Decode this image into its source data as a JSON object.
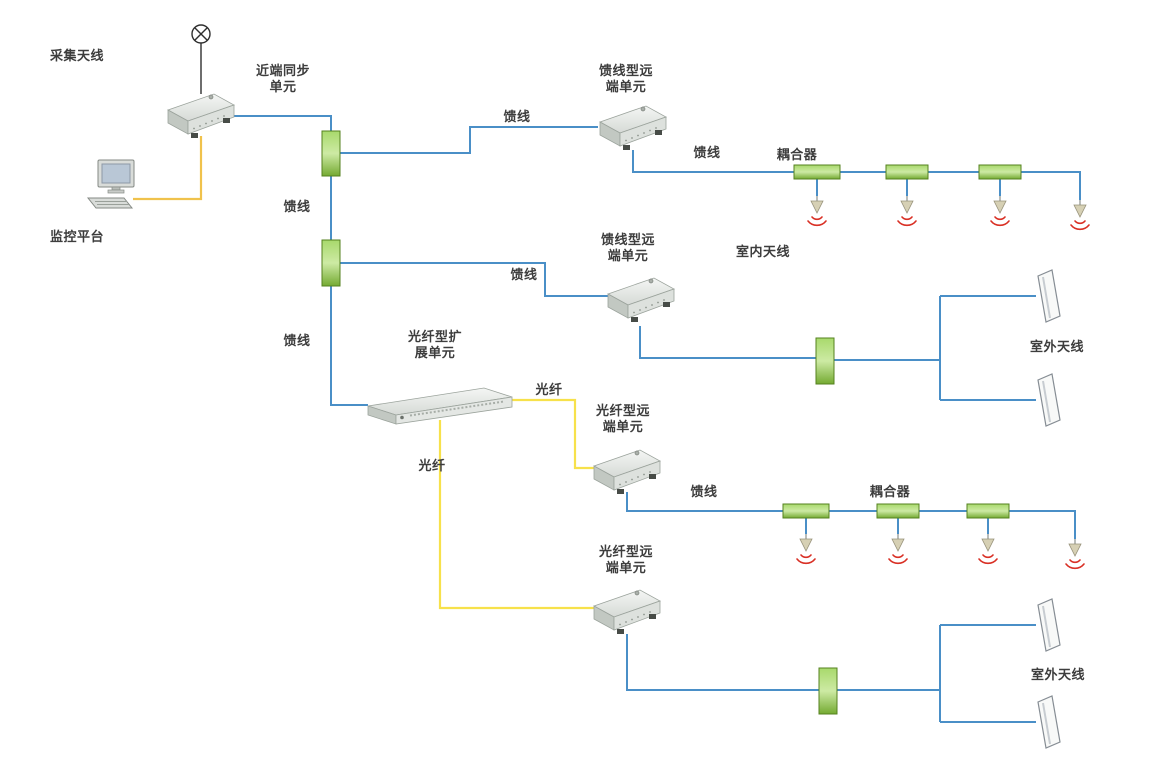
{
  "colors": {
    "feeder_line": "#4a8fc7",
    "fiber_line": "#f7e14b",
    "monitor_line": "#f0c24c",
    "coupler_stroke": "#55821f",
    "coupler_fill_light": "#cdeaa4",
    "coupler_fill_dark": "#74aa32",
    "wave_red": "#d93025"
  },
  "icons": {
    "collect_antenna": "circle-x-antenna",
    "monitor_computer": "desktop-computer",
    "indoor_antenna": "ceiling-antenna-with-red-waves",
    "outdoor_antenna": "panel-antenna"
  },
  "labels": {
    "collect_antenna": "采集天线",
    "near_end_sync_unit": "近端同步\n单元",
    "monitor_platform": "监控平台",
    "feeder": "馈线",
    "fiber": "光纤",
    "coupler": "耦合器",
    "indoor_antenna": "室内天线",
    "outdoor_antenna": "室外天线",
    "feeder_remote_unit": "馈线型远\n端单元",
    "fiber_expansion_unit": "光纤型扩\n展单元",
    "fiber_remote_unit": "光纤型远\n端单元"
  }
}
